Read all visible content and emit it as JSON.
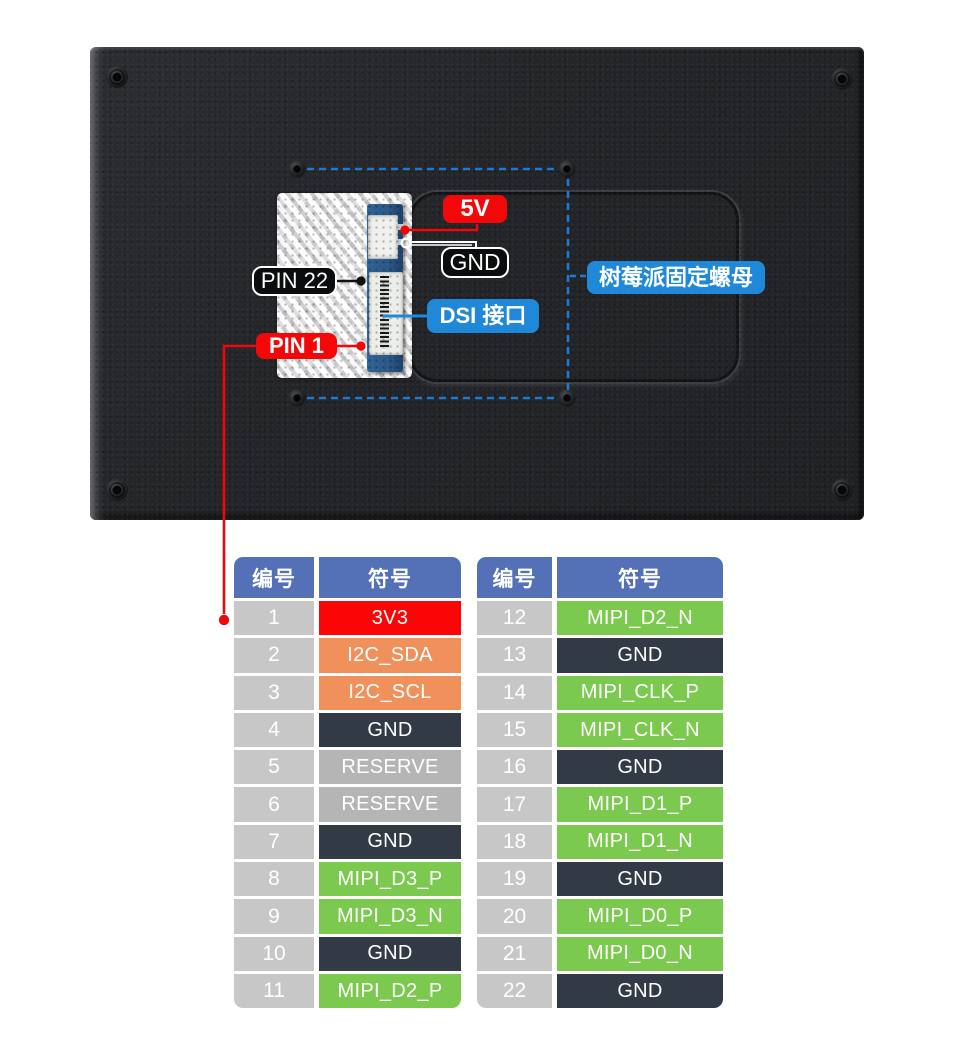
{
  "annotations": {
    "v5": {
      "label": "5V"
    },
    "gnd": {
      "label": "GND"
    },
    "pin22": {
      "label": "PIN 22"
    },
    "pin1": {
      "label": "PIN 1"
    },
    "dsi": {
      "label": "DSI 接口"
    },
    "nut": {
      "label": "树莓派固定螺母"
    }
  },
  "colors": {
    "badge_red": "#f40708",
    "badge_blue": "#2088d9",
    "leader_red": "#ef0709",
    "leader_blue": "#2088d9",
    "dashed_blue": "#1d79d6",
    "leader_white": "#ffffff",
    "leader_black": "#111111"
  },
  "pin_tables": {
    "col_headers": [
      "编号",
      "符号"
    ],
    "cell_colors": {
      "header": "#5471b7",
      "number": "#c7c7c7",
      "power": "#fb0606",
      "i2c": "#f0915c",
      "gnd": "#323a46",
      "reserve": "#b5b5b5",
      "mipi": "#7cc94f"
    },
    "left_rows": [
      {
        "no": "1",
        "symbol": "3V3",
        "type": "power"
      },
      {
        "no": "2",
        "symbol": "I2C_SDA",
        "type": "i2c"
      },
      {
        "no": "3",
        "symbol": "I2C_SCL",
        "type": "i2c"
      },
      {
        "no": "4",
        "symbol": "GND",
        "type": "gnd"
      },
      {
        "no": "5",
        "symbol": "RESERVE",
        "type": "reserve"
      },
      {
        "no": "6",
        "symbol": "RESERVE",
        "type": "reserve"
      },
      {
        "no": "7",
        "symbol": "GND",
        "type": "gnd"
      },
      {
        "no": "8",
        "symbol": "MIPI_D3_P",
        "type": "mipi"
      },
      {
        "no": "9",
        "symbol": "MIPI_D3_N",
        "type": "mipi"
      },
      {
        "no": "10",
        "symbol": "GND",
        "type": "gnd"
      },
      {
        "no": "11",
        "symbol": "MIPI_D2_P",
        "type": "mipi"
      }
    ],
    "right_rows": [
      {
        "no": "12",
        "symbol": "MIPI_D2_N",
        "type": "mipi"
      },
      {
        "no": "13",
        "symbol": "GND",
        "type": "gnd"
      },
      {
        "no": "14",
        "symbol": "MIPI_CLK_P",
        "type": "mipi"
      },
      {
        "no": "15",
        "symbol": "MIPI_CLK_N",
        "type": "mipi"
      },
      {
        "no": "16",
        "symbol": "GND",
        "type": "gnd"
      },
      {
        "no": "17",
        "symbol": "MIPI_D1_P",
        "type": "mipi"
      },
      {
        "no": "18",
        "symbol": "MIPI_D1_N",
        "type": "mipi"
      },
      {
        "no": "19",
        "symbol": "GND",
        "type": "gnd"
      },
      {
        "no": "20",
        "symbol": "MIPI_D0_P",
        "type": "mipi"
      },
      {
        "no": "21",
        "symbol": "MIPI_D0_N",
        "type": "mipi"
      },
      {
        "no": "22",
        "symbol": "GND",
        "type": "gnd"
      }
    ]
  }
}
